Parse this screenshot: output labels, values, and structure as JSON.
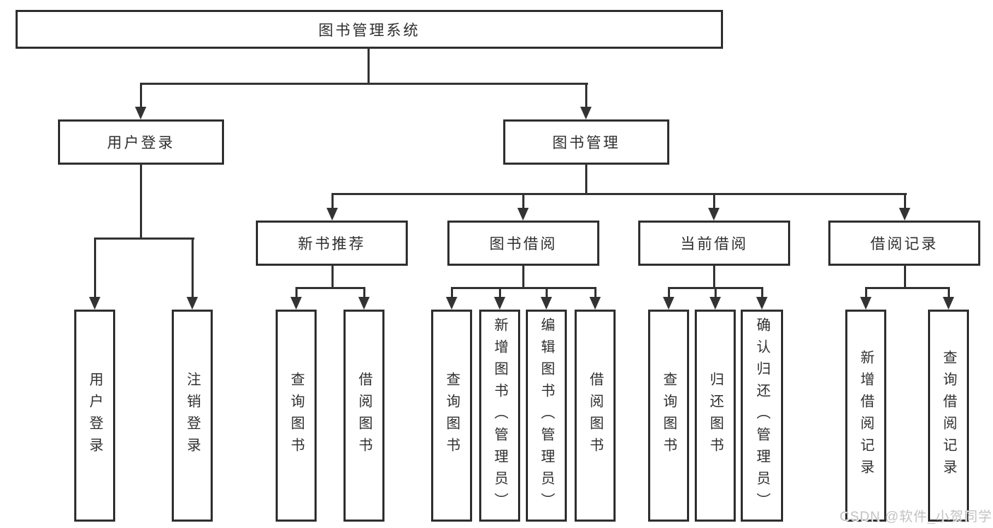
{
  "diagram": {
    "root": {
      "label": "图书管理系统",
      "children": [
        {
          "label": "用户登录",
          "children": [
            {
              "label": "用户登录"
            },
            {
              "label": "注销登录"
            }
          ]
        },
        {
          "label": "图书管理",
          "children": [
            {
              "label": "新书推荐",
              "children": [
                {
                  "label": "查询图书"
                },
                {
                  "label": "借阅图书"
                }
              ]
            },
            {
              "label": "图书借阅",
              "children": [
                {
                  "label": "查询图书"
                },
                {
                  "label": "新增图书（管理员）"
                },
                {
                  "label": "编辑图书（管理员）"
                },
                {
                  "label": "借阅图书"
                }
              ]
            },
            {
              "label": "当前借阅",
              "children": [
                {
                  "label": "查询图书"
                },
                {
                  "label": "归还图书"
                },
                {
                  "label": "确认归还（管理员）"
                }
              ]
            },
            {
              "label": "借阅记录",
              "children": [
                {
                  "label": "新增借阅记录"
                },
                {
                  "label": "查询借阅记录"
                }
              ]
            }
          ]
        }
      ]
    }
  },
  "watermark": {
    "text": "CSDN @软件_小贺同学"
  },
  "colors": {
    "line": "#333333",
    "box_border": "#2f2f2f",
    "text": "#2f2f2f",
    "watermark": "#c2c2c2",
    "background": "#ffffff"
  }
}
